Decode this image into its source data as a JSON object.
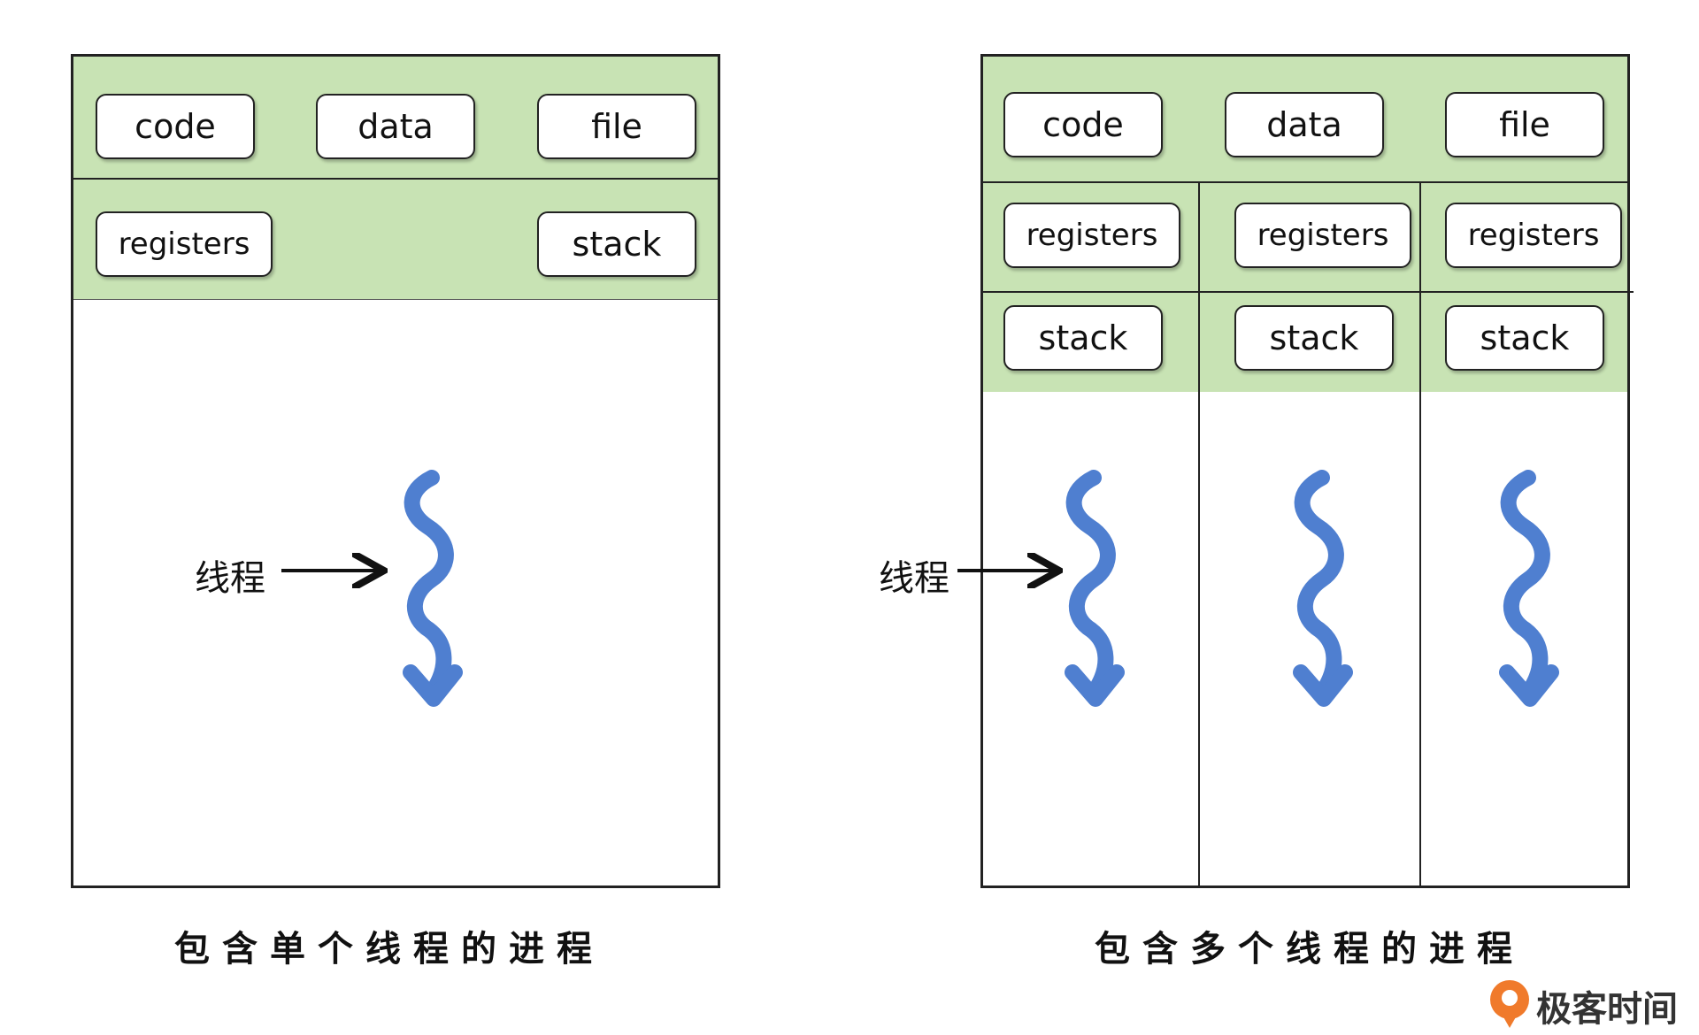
{
  "single": {
    "code": "code",
    "data": "data",
    "file": "file",
    "registers": "registers",
    "stack": "stack",
    "thread_label": "线程",
    "caption": "包含单个线程的进程"
  },
  "multi": {
    "code": "code",
    "data": "data",
    "file": "file",
    "threads": [
      {
        "registers": "registers",
        "stack": "stack"
      },
      {
        "registers": "registers",
        "stack": "stack"
      },
      {
        "registers": "registers",
        "stack": "stack"
      }
    ],
    "thread_label": "线程",
    "caption": "包含多个线程的进程"
  },
  "logo": {
    "text": "极客时间"
  },
  "colors": {
    "shared_band": "#c8e3b4",
    "thread_squiggle": "#4f7fd0",
    "logo_orange": "#f07a2b"
  }
}
